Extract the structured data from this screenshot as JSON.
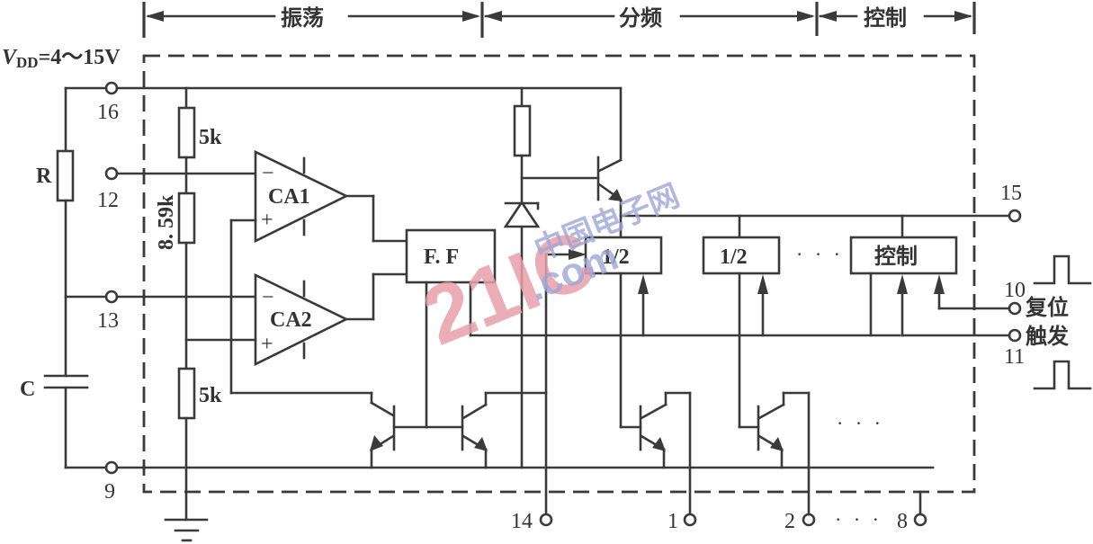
{
  "sections": {
    "oscillator": "振荡",
    "divider": "分频",
    "control": "控制"
  },
  "supply": {
    "label_v": "V",
    "label_sub": "DD",
    "label_range": "=4～15V"
  },
  "external": {
    "resistor": "R",
    "capacitor": "C"
  },
  "resistors": {
    "top": "5k",
    "middle": "8. 59k",
    "bottom": "5k"
  },
  "comparators": {
    "ca1": "CA1",
    "ca2": "CA2",
    "minus": "−",
    "plus": "+"
  },
  "blocks": {
    "flipflop": "F. F",
    "divider1": "1/2",
    "divider2": "1/2",
    "control": "控制",
    "ellipsis": "· · ·"
  },
  "pins": {
    "p16": "16",
    "p12": "12",
    "p13": "13",
    "p9": "9",
    "p15": "15",
    "p10": "10",
    "p11": "11",
    "p14": "14",
    "p1": "1",
    "p2": "2",
    "p8": "8",
    "ellipsis": "· · ·"
  },
  "signals": {
    "reset": "复位",
    "trigger": "触发"
  },
  "watermark": {
    "brand": "21IC",
    "cn": "中国电子网",
    "domain": ".com"
  }
}
